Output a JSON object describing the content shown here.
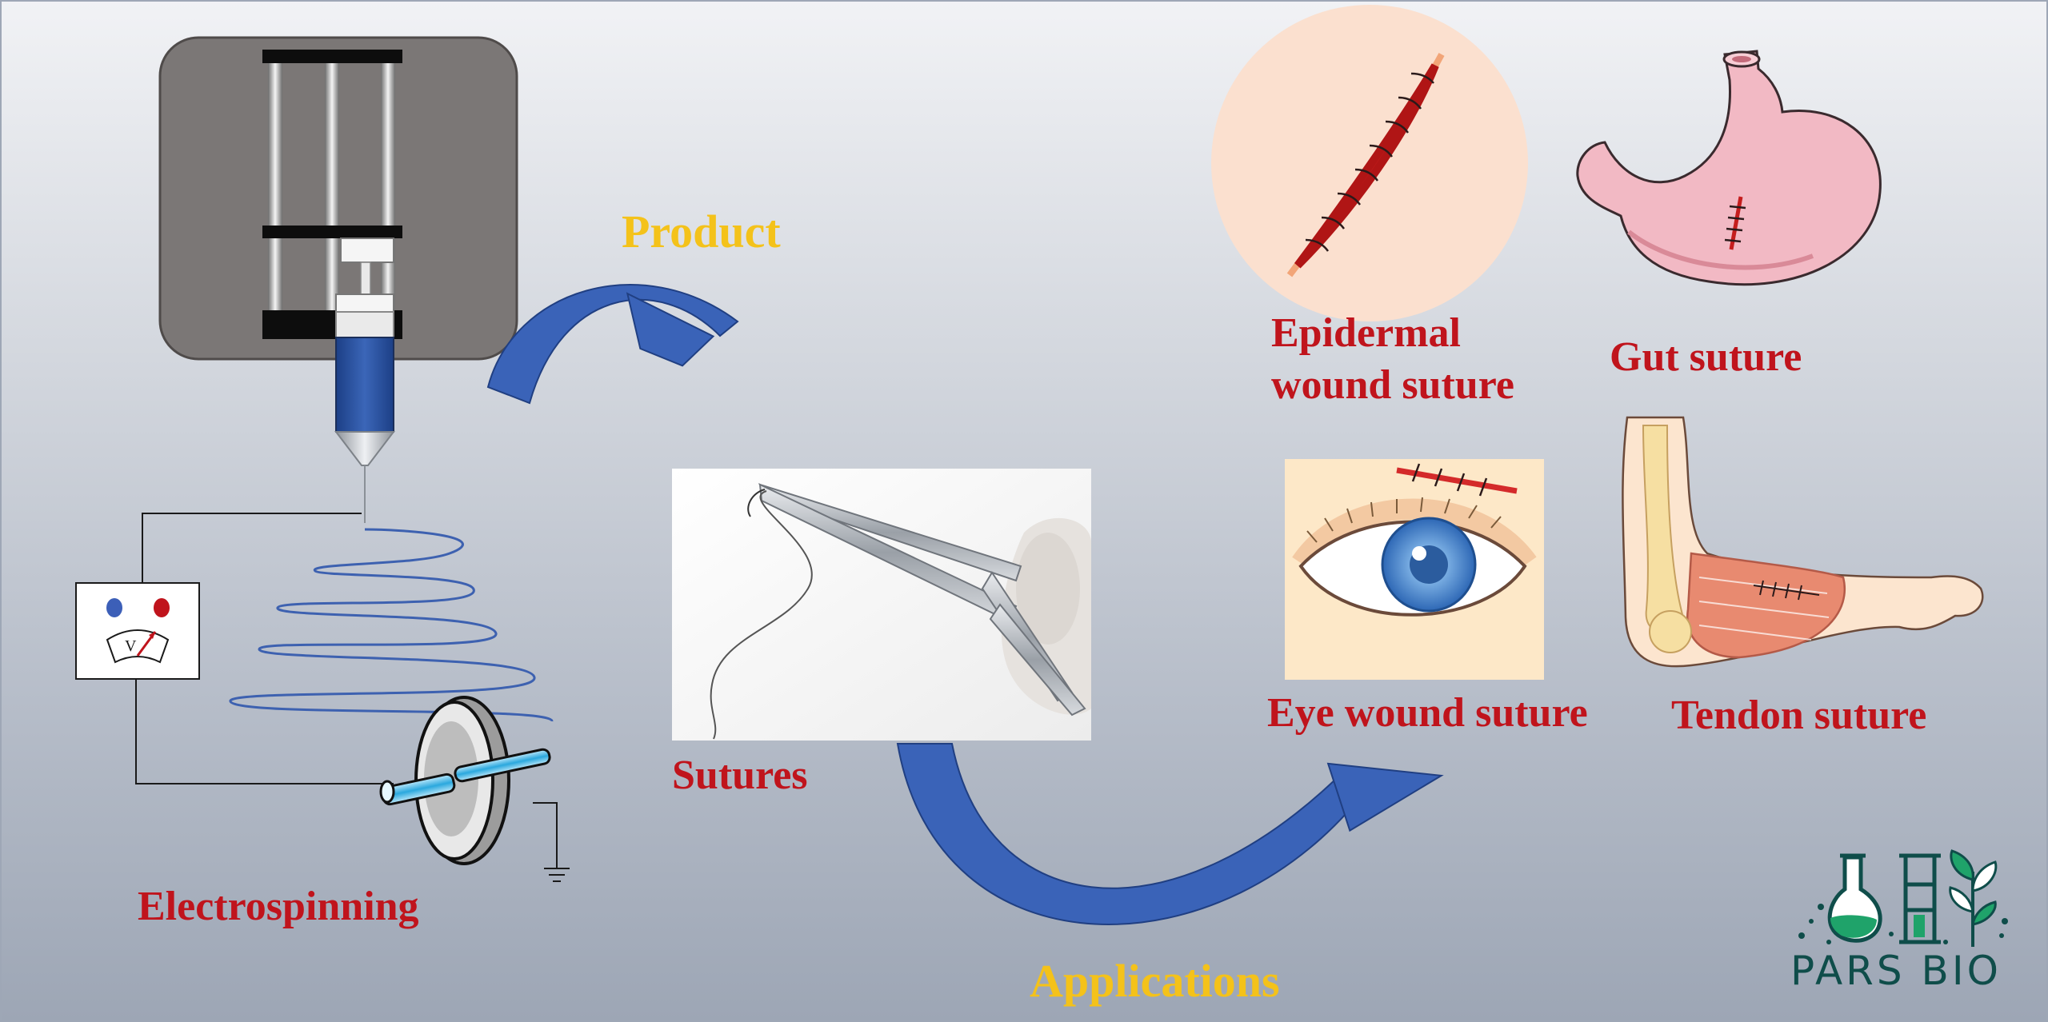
{
  "colors": {
    "label_red": "#c0141c",
    "label_gold": "#f4c21a",
    "arrow_blue": "#3a63b8",
    "fiber_blue": "#3d61b0",
    "frame_gray": "#7b7776"
  },
  "labels": {
    "product": "Product",
    "applications": "Applications",
    "electrospinning": "Electrospinning",
    "sutures": "Sutures",
    "epidermal_line1": "Epidermal",
    "epidermal_line2": "wound suture",
    "gut": "Gut suture",
    "eye": "Eye wound suture",
    "tendon": "Tendon suture",
    "voltmeter_symbol": "V"
  },
  "logo": {
    "text": "PARS BIO"
  },
  "icons": [
    "syringe-pump-icon",
    "voltmeter-icon",
    "collector-icon",
    "ground-icon",
    "needle-holder-icon",
    "wound-icon",
    "stomach-icon",
    "eye-icon",
    "arm-icon",
    "flask-icon",
    "plant-icon"
  ]
}
